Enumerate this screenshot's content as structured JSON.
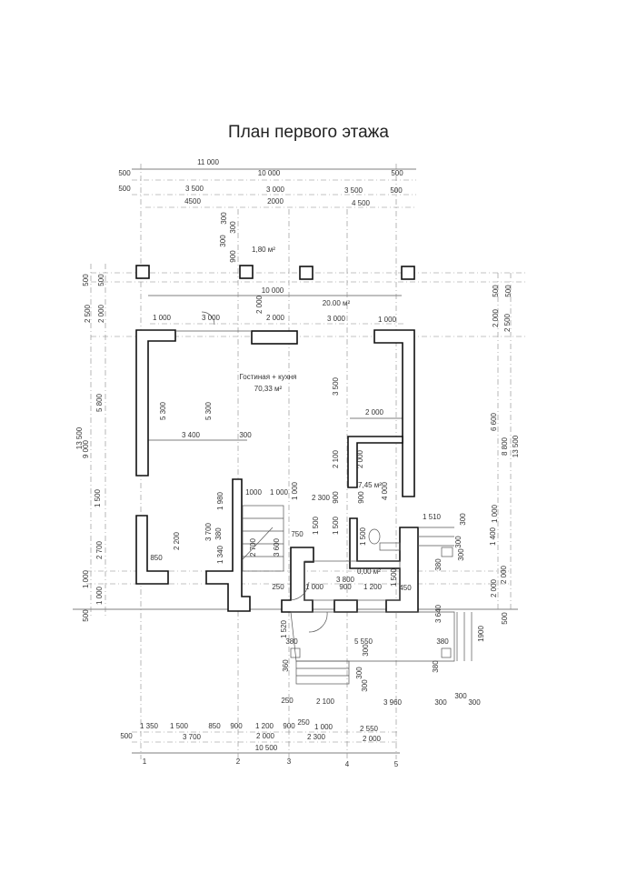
{
  "title": "План первого этажа",
  "rooms": [
    {
      "name": "Гостиная + кухня",
      "area": "70,33 м²"
    },
    {
      "area": "20.00 м²"
    },
    {
      "area": "1,80 м²"
    },
    {
      "area": "7,45 м²"
    },
    {
      "area": "0,00 м²"
    }
  ],
  "axes": [
    "1",
    "2",
    "3",
    "4",
    "5"
  ],
  "dimensions": [
    "11 000",
    "500",
    "10 000",
    "500",
    "500",
    "3 500",
    "3 000",
    "3 500",
    "500",
    "4500",
    "2000",
    "4 500",
    "300",
    "300",
    "300",
    "900",
    "500",
    "500",
    "2 500",
    "2 000",
    "5 800",
    "13 500",
    "9 000",
    "1 500",
    "2 700",
    "1 000",
    "1 000",
    "500",
    "500",
    "500",
    "2 000",
    "2 500",
    "6 600",
    "8 800",
    "13 500",
    "10 000",
    "2 000",
    "1 000",
    "3 000",
    "2 000",
    "3 000",
    "1 000",
    "5 300",
    "5 300",
    "3 500",
    "2 000",
    "3 400",
    "300",
    "2 100",
    "2 000",
    "1000",
    "1 000",
    "1 000",
    "2 300",
    "900",
    "900",
    "4 000",
    "1 980",
    "3 700",
    "2 200",
    "380",
    "1 340",
    "850",
    "2 700",
    "3 600",
    "750",
    "1 500",
    "1 500",
    "1 500",
    "1 510",
    "300",
    "300",
    "1 000",
    "1 400",
    "300",
    "380",
    "2 000",
    "2 000",
    "3 800",
    "250",
    "1 000",
    "900",
    "1 200",
    "1 500",
    "450",
    "3 640",
    "500",
    "1 520",
    "380",
    "5 550",
    "300",
    "380",
    "1900",
    "360",
    "300",
    "300",
    "380",
    "250",
    "2 100",
    "3 960",
    "300",
    "300",
    "300",
    "1 350",
    "1 500",
    "850",
    "900",
    "1 200",
    "900",
    "250",
    "1 000",
    "2 550",
    "500",
    "3 700",
    "2 000",
    "2 300",
    "2 000",
    "10 500"
  ]
}
